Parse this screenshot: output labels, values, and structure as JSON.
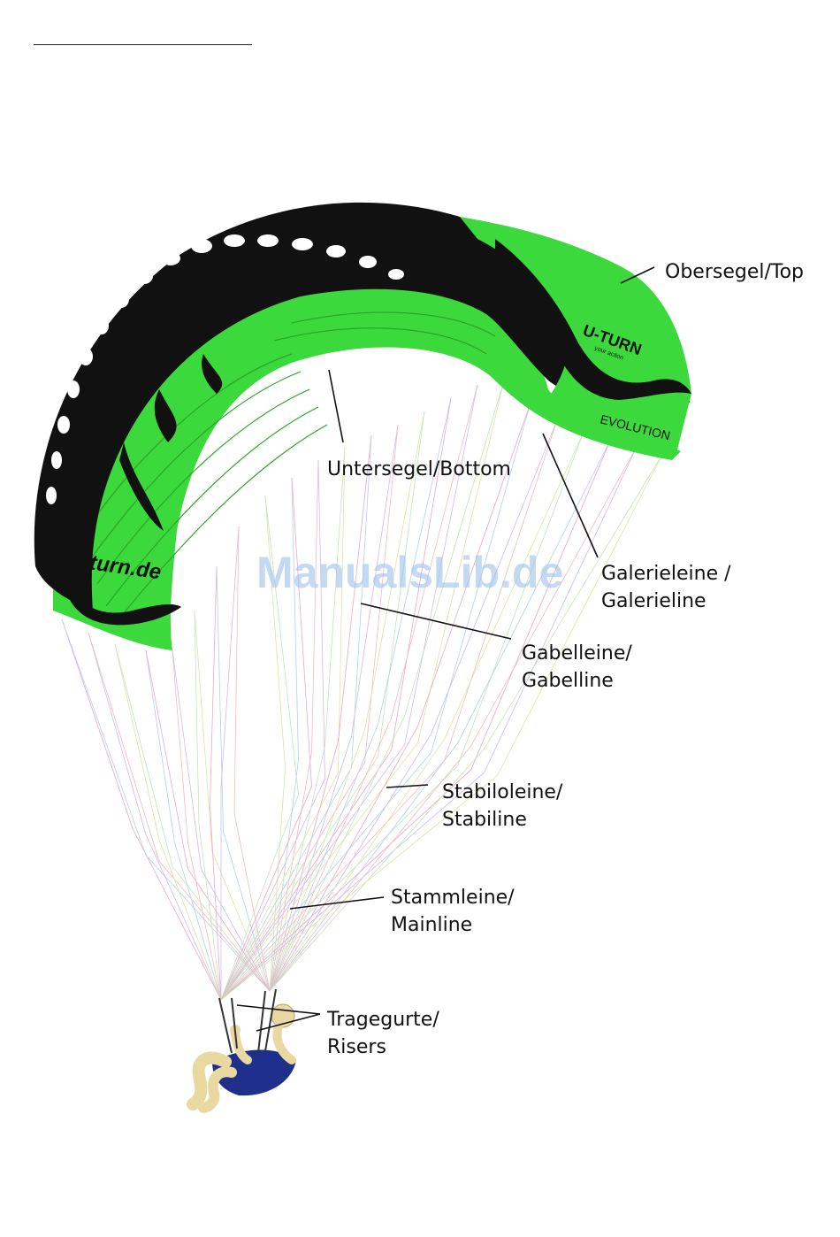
{
  "diagram": {
    "watermark": "ManualsLib.de",
    "labels": {
      "top": "Obersegel/Top",
      "bottom": "Untersegel/Bottom",
      "galerie_1": "Galerieleine /",
      "galerie_2": "Galerieline",
      "gabel_1": "Gabelleine/",
      "gabel_2": "Gabelline",
      "stabilo_1": "Stabiloleine/",
      "stabilo_2": "Stabiline",
      "stamm_1": "Stammleine/",
      "stamm_2": "Mainline",
      "risers_1": "Tragegurte/",
      "risers_2": "Risers"
    },
    "wing_text": {
      "brand_url": "u-turn.de",
      "logo": "U-TURN",
      "tagline": "your action",
      "model": "EVOLUTION"
    },
    "colors": {
      "wing_green": "#3bd93b",
      "wing_black": "#111111",
      "harness_blue": "#1f2f8c",
      "pilot_skin": "#e9d9a0"
    }
  }
}
